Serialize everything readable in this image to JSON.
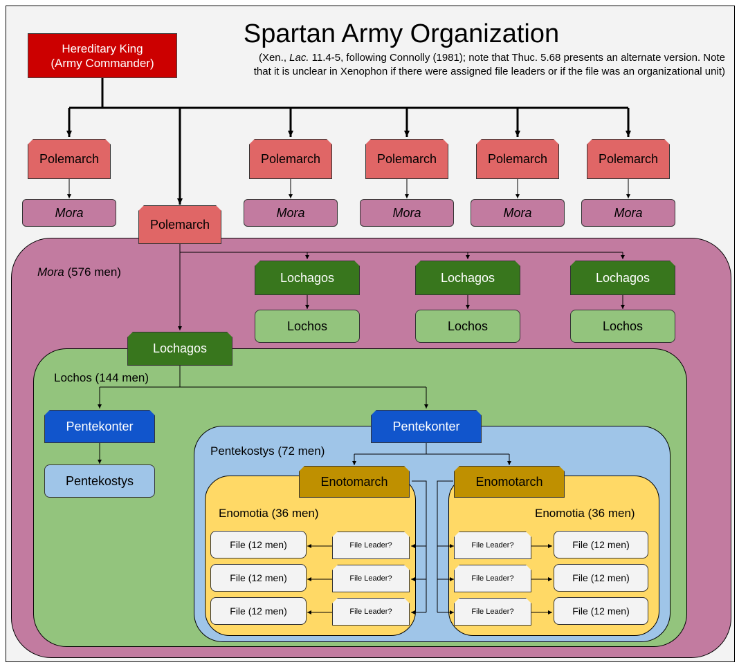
{
  "title": "Spartan Army Organization",
  "subtitle": {
    "p1": "(Xen., ",
    "p2_italic": "Lac.",
    "p3": " 11.4-5, following Connolly (1981); note that Thuc. 5.68 presents an alternate version.  Note",
    "line2": "that it is unclear in Xenophon if there were assigned file leaders or if the file was an organizational unit)"
  },
  "king": {
    "line1": "Hereditary King",
    "line2": "(Army Commander)"
  },
  "labels": {
    "polemarch": "Polemarch",
    "mora": "Mora",
    "lochagos": "Lochagos",
    "lochos": "Lochos",
    "pentekonter": "Pentekonter",
    "pentekostys": "Pentekostys",
    "enotomarch": "Enotomarch",
    "enomotarch": "Enomotarch",
    "file": "File (12 men)",
    "file_leader": "File Leader?"
  },
  "regions": {
    "mora_italic": "Mora",
    "mora_rest": " (576 men)",
    "lochos": "Lochos (144 men)",
    "pentekostys": "Pentekostys (72 men)",
    "enomotia": "Enomotia (36 men)"
  },
  "colors": {
    "king": "#cc0000",
    "polemarch": "#e06666",
    "mora": "#c27ba0",
    "lochagos": "#38761d",
    "lochos": "#93c47d",
    "pentekonter": "#1155cc",
    "pentekostys": "#9fc5e8",
    "enomotarch": "#bf9000",
    "enomotia": "#ffd966"
  }
}
